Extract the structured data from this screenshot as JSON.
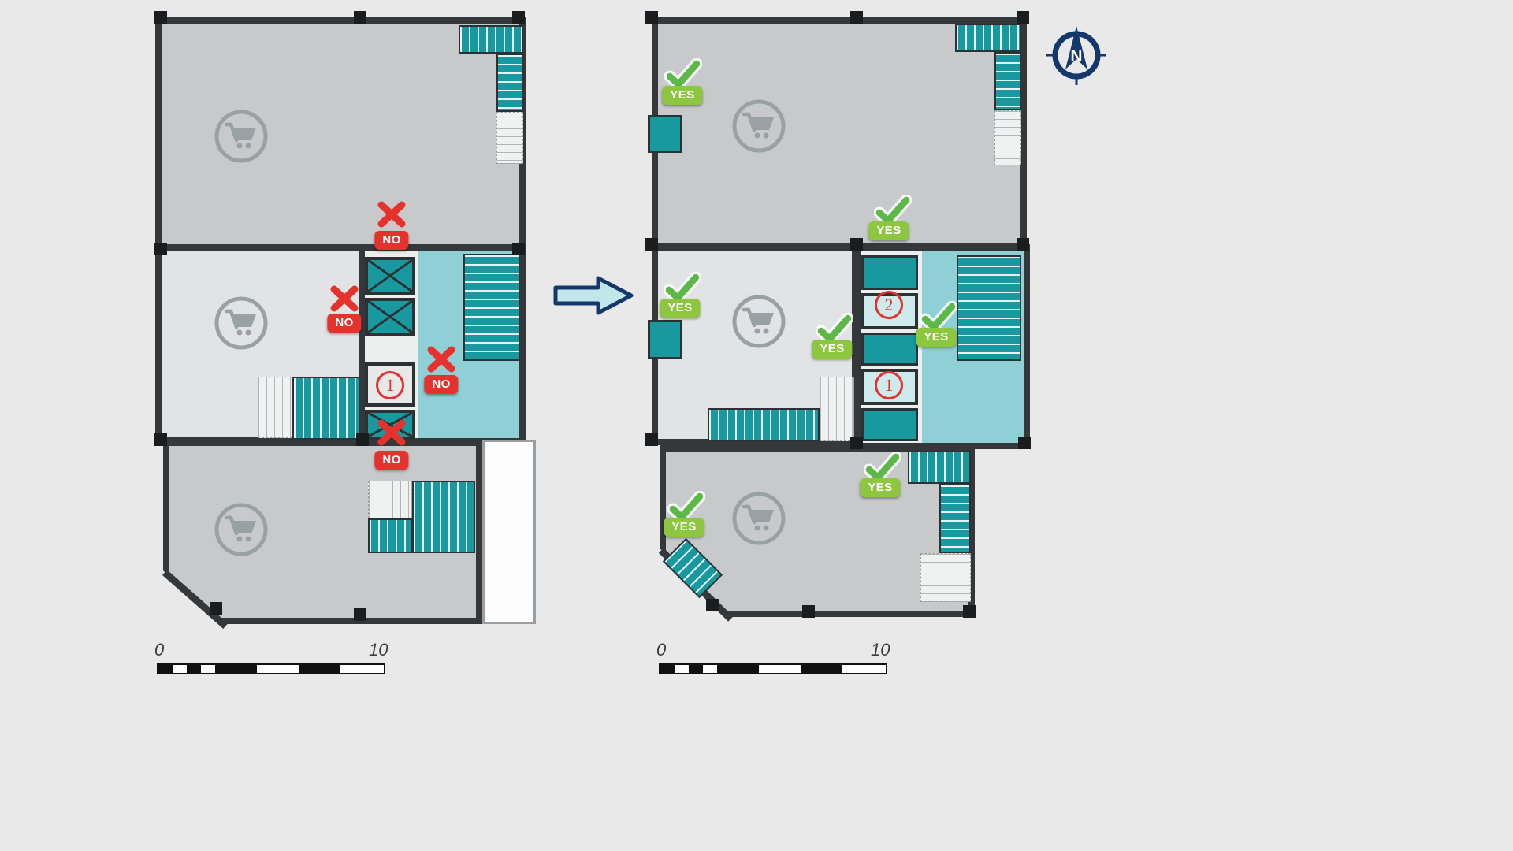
{
  "title": "supermarket-floor-plan-comparison",
  "colors": {
    "background": "#e9e9e9",
    "room_gray": "#c7c9ca",
    "room_light_gray": "#e1e3e4",
    "wall": "#34383b",
    "teal": "#18999f",
    "teal_light": "#8fd0d6",
    "red": "#e5322d",
    "green_badge": "#8dc63f",
    "green_check": "#5cb947",
    "navy": "#14386b",
    "arrow_fill": "#c2e7eb"
  },
  "before_plan": {
    "name": "before",
    "no_markers": [
      {
        "label": "NO",
        "icon": "x-icon"
      },
      {
        "label": "NO",
        "icon": "x-icon"
      },
      {
        "label": "NO",
        "icon": "x-icon"
      },
      {
        "label": "NO",
        "icon": "x-icon"
      }
    ],
    "unit_numbers": [
      {
        "value": "1"
      }
    ],
    "shop_icons": [
      "shopping-cart-icon",
      "shopping-cart-icon",
      "shopping-cart-icon"
    ]
  },
  "after_plan": {
    "name": "after",
    "yes_markers": [
      {
        "label": "YES",
        "icon": "check-icon"
      },
      {
        "label": "YES",
        "icon": "check-icon"
      },
      {
        "label": "YES",
        "icon": "check-icon"
      },
      {
        "label": "YES",
        "icon": "check-icon"
      },
      {
        "label": "YES",
        "icon": "check-icon"
      },
      {
        "label": "YES",
        "icon": "check-icon"
      },
      {
        "label": "YES",
        "icon": "check-icon"
      }
    ],
    "unit_numbers": [
      {
        "value": "2"
      },
      {
        "value": "1"
      }
    ],
    "shop_icons": [
      "shopping-cart-icon",
      "shopping-cart-icon",
      "shopping-cart-icon"
    ]
  },
  "transform_arrow": {
    "icon": "right-arrow-icon"
  },
  "compass": {
    "label": "N",
    "icon": "north-compass-icon"
  },
  "scale_bars": [
    {
      "start": "0",
      "end": "10"
    },
    {
      "start": "0",
      "end": "10"
    }
  ]
}
